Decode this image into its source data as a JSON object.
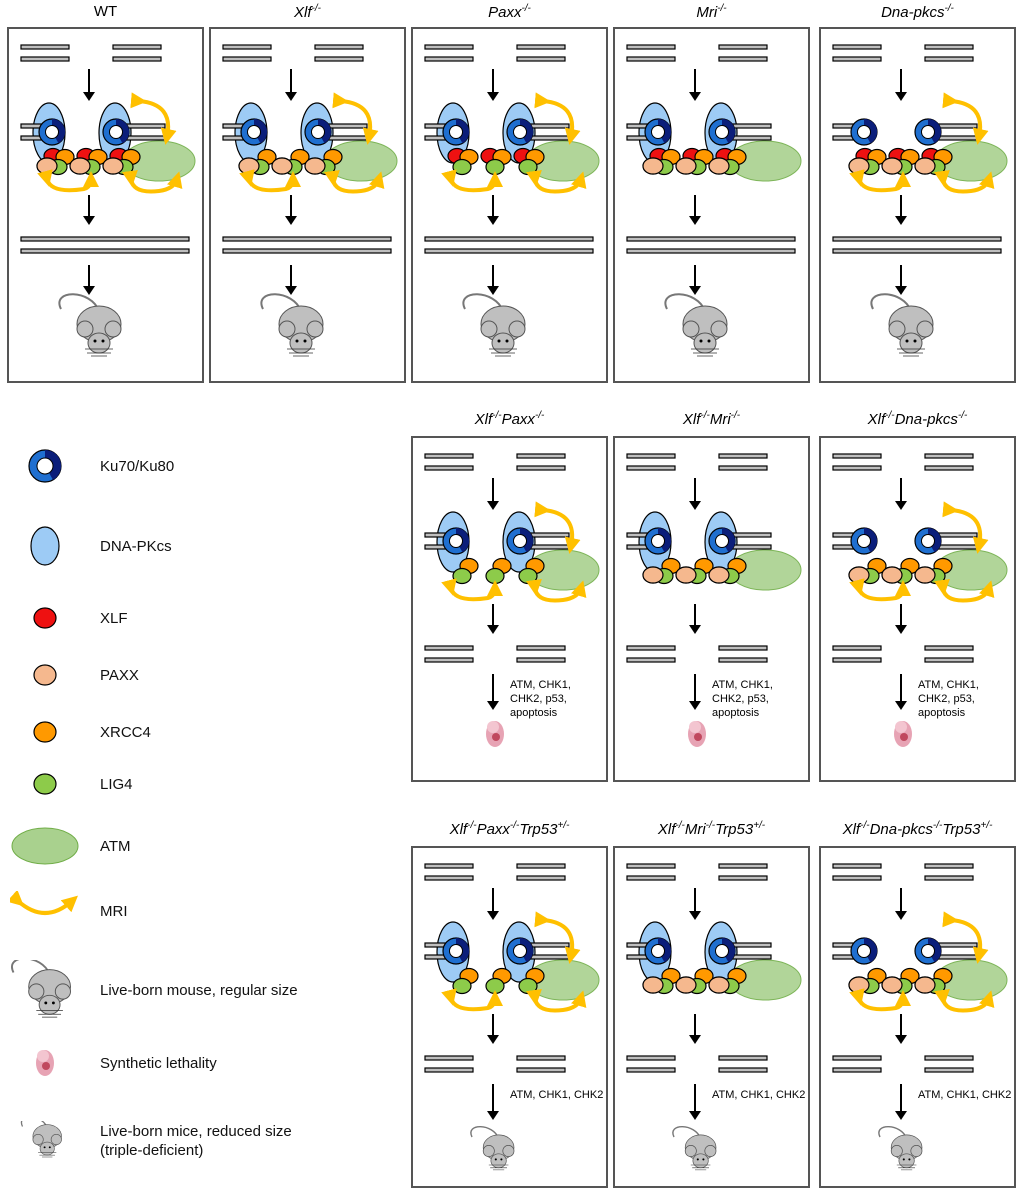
{
  "colors": {
    "ku_light": "#1F6FD0",
    "ku_dark": "#0B1E7A",
    "dnapkcs": "#9DCBF5",
    "xlf": "#EE1111",
    "paxx": "#F5B88E",
    "xrcc4": "#FF9900",
    "lig4": "#8DCB4A",
    "atm": "#A9D18E",
    "mri": "#FFC000",
    "mouse": "#BFBFBF",
    "embryo": "#E7A3B4"
  },
  "panels": [
    {
      "title": [
        {
          "t": "WT",
          "sup": ""
        }
      ],
      "italic": false,
      "xlf": true,
      "paxx": true,
      "mri": true,
      "dnapkcs": true,
      "outcome": "mouse",
      "annotation": ""
    },
    {
      "title": [
        {
          "t": "Xlf",
          "sup": "-/-"
        }
      ],
      "italic": true,
      "xlf": false,
      "paxx": true,
      "mri": true,
      "dnapkcs": true,
      "outcome": "mouse",
      "annotation": ""
    },
    {
      "title": [
        {
          "t": "Paxx",
          "sup": "-/-"
        }
      ],
      "italic": true,
      "xlf": true,
      "paxx": false,
      "mri": true,
      "dnapkcs": true,
      "outcome": "mouse",
      "annotation": ""
    },
    {
      "title": [
        {
          "t": "Mri",
          "sup": "-/-"
        }
      ],
      "italic": true,
      "xlf": true,
      "paxx": true,
      "mri": false,
      "dnapkcs": true,
      "outcome": "mouse",
      "annotation": ""
    },
    {
      "title": [
        {
          "t": "Dna-pkcs",
          "sup": "-/-"
        }
      ],
      "italic": true,
      "xlf": true,
      "paxx": true,
      "mri": true,
      "dnapkcs": false,
      "outcome": "mouse",
      "annotation": ""
    },
    {
      "title": [
        {
          "t": "Xlf",
          "sup": "-/-"
        },
        {
          "t": "Paxx",
          "sup": "-/-"
        }
      ],
      "italic": true,
      "xlf": false,
      "paxx": false,
      "mri": true,
      "dnapkcs": true,
      "outcome": "embryo",
      "annotation": "ATM, CHK1,\nCHK2, p53,\napoptosis"
    },
    {
      "title": [
        {
          "t": "Xlf",
          "sup": "-/-"
        },
        {
          "t": "Mri",
          "sup": "-/-"
        }
      ],
      "italic": true,
      "xlf": false,
      "paxx": true,
      "mri": false,
      "dnapkcs": true,
      "outcome": "embryo",
      "annotation": "ATM, CHK1,\nCHK2, p53,\napoptosis"
    },
    {
      "title": [
        {
          "t": "Xlf",
          "sup": "-/-"
        },
        {
          "t": "Dna-pkcs",
          "sup": "-/-"
        }
      ],
      "italic": true,
      "xlf": false,
      "paxx": true,
      "mri": true,
      "dnapkcs": false,
      "outcome": "embryo",
      "annotation": "ATM, CHK1,\nCHK2, p53,\napoptosis"
    },
    {
      "title": [
        {
          "t": "Xlf",
          "sup": "-/-"
        },
        {
          "t": "Paxx",
          "sup": "-/-"
        },
        {
          "t": "Trp53",
          "sup": "+/-"
        }
      ],
      "italic": true,
      "xlf": false,
      "paxx": false,
      "mri": true,
      "dnapkcs": true,
      "outcome": "small-mouse",
      "annotation": "ATM, CHK1, CHK2"
    },
    {
      "title": [
        {
          "t": "Xlf",
          "sup": "-/-"
        },
        {
          "t": "Mri",
          "sup": "-/-"
        },
        {
          "t": "Trp53",
          "sup": "+/-"
        }
      ],
      "italic": true,
      "xlf": false,
      "paxx": true,
      "mri": false,
      "dnapkcs": true,
      "outcome": "small-mouse",
      "annotation": "ATM, CHK1, CHK2"
    },
    {
      "title": [
        {
          "t": "Xlf",
          "sup": "-/-"
        },
        {
          "t": "Dna-pkcs",
          "sup": "-/-"
        },
        {
          "t": "Trp53",
          "sup": "+/-"
        }
      ],
      "italic": true,
      "xlf": false,
      "paxx": true,
      "mri": true,
      "dnapkcs": false,
      "outcome": "small-mouse",
      "annotation": "ATM, CHK1, CHK2"
    }
  ],
  "legend": [
    {
      "icon": "ku",
      "label": "Ku70/Ku80"
    },
    {
      "icon": "dnapkcs",
      "label": "DNA-PKcs"
    },
    {
      "icon": "xlf",
      "label": "XLF"
    },
    {
      "icon": "paxx",
      "label": "PAXX"
    },
    {
      "icon": "xrcc4",
      "label": "XRCC4"
    },
    {
      "icon": "lig4",
      "label": "LIG4"
    },
    {
      "icon": "atm",
      "label": "ATM"
    },
    {
      "icon": "mri",
      "label": "MRI"
    },
    {
      "icon": "mouse",
      "label": "Live-born mouse, regular size"
    },
    {
      "icon": "embryo",
      "label": "Synthetic lethality"
    },
    {
      "icon": "small-mouse",
      "label": "Live-born mice, reduced size\n(triple-deficient)"
    }
  ]
}
